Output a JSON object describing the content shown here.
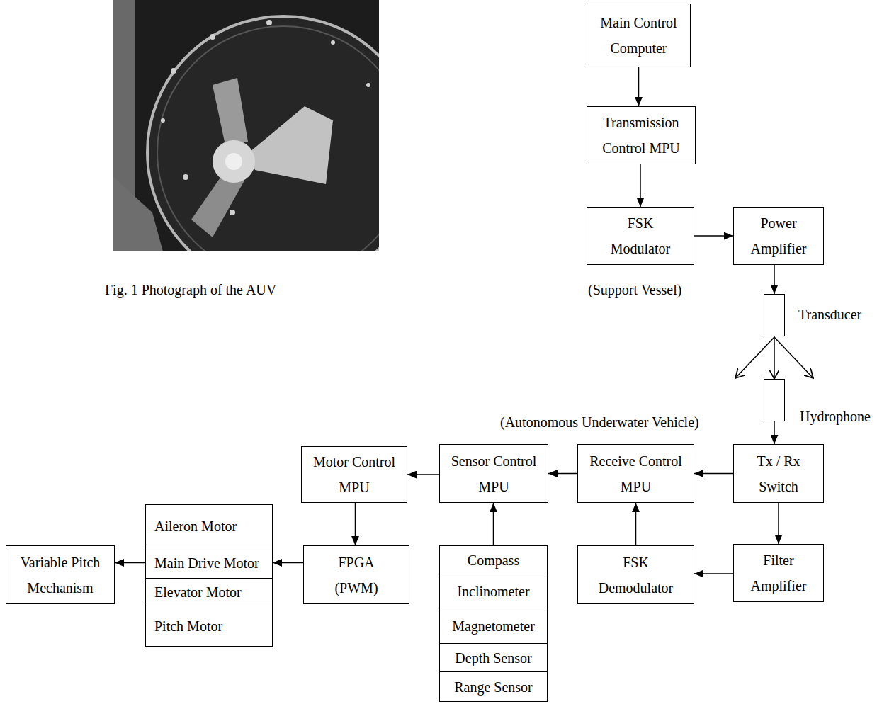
{
  "diagram": {
    "caption": "Fig. 1 Photograph of the AUV",
    "nodes": [
      {
        "text": [
          "Main Control Computer"
        ]
      },
      {
        "text": [
          "Transmission Control MPU"
        ]
      },
      {
        "text": [
          "FSK Modulator"
        ]
      },
      {
        "text": [
          "Power Amplifier"
        ]
      },
      {
        "text": [
          "Transducer"
        ]
      },
      {
        "text": [
          "Hydrophone"
        ]
      },
      {
        "text": [
          "Motor Control MPU"
        ]
      },
      {
        "text": [
          "Sensor Control MPU"
        ]
      },
      {
        "text": [
          "Receive Control MPU"
        ]
      },
      {
        "text": [
          "Tx / Rx Switch"
        ]
      },
      {
        "text": [
          "Aileron Motor"
        ]
      },
      {
        "text": [
          "Main Drive Motor"
        ]
      },
      {
        "text": [
          "Elevator Motor"
        ]
      },
      {
        "text": [
          "Pitch Motor"
        ]
      },
      {
        "text": [
          "Variable Pitch Mechanism"
        ]
      },
      {
        "text": [
          "FPGA (PWM)"
        ]
      },
      {
        "text": [
          "Compass"
        ]
      },
      {
        "text": [
          "Inclinometer"
        ]
      },
      {
        "text": [
          "Magnetometer"
        ]
      },
      {
        "text": [
          "Depth Sensor"
        ]
      },
      {
        "text": [
          "Range Sensor"
        ]
      },
      {
        "text": [
          "FSK Demodulator"
        ]
      },
      {
        "text": [
          "Filter Amplifier"
        ]
      }
    ],
    "edges": [
      {
        "from": 0,
        "to": 1,
        "arrow": "to"
      },
      {
        "from": 1,
        "to": 2,
        "arrow": "to"
      },
      {
        "from": 2,
        "to": 3,
        "arrow": "to"
      },
      {
        "from": 3,
        "to": 4,
        "arrow": "to"
      },
      {
        "from": 4,
        "to": 5,
        "arrow": "to"
      },
      {
        "from": 5,
        "to": 9,
        "arrow": "to"
      },
      {
        "from": 9,
        "to": 8,
        "arrow": "to"
      },
      {
        "from": 9,
        "to": 22,
        "arrow": "to"
      },
      {
        "from": 22,
        "to": 21,
        "arrow": "to"
      },
      {
        "from": 21,
        "to": 8,
        "arrow": "to"
      },
      {
        "from": 8,
        "to": 7,
        "arrow": "to"
      },
      {
        "from": 16,
        "to": 7,
        "arrow": "to"
      },
      {
        "from": 7,
        "to": 6,
        "arrow": "to"
      },
      {
        "from": 6,
        "to": 15,
        "arrow": "to"
      },
      {
        "from": 15,
        "to": 11,
        "arrow": "to"
      },
      {
        "from": 11,
        "to": 14,
        "arrow": "to"
      }
    ],
    "labels": [
      "(Support Vessel)",
      "(Autonomous Underwater Vehicle)"
    ]
  }
}
